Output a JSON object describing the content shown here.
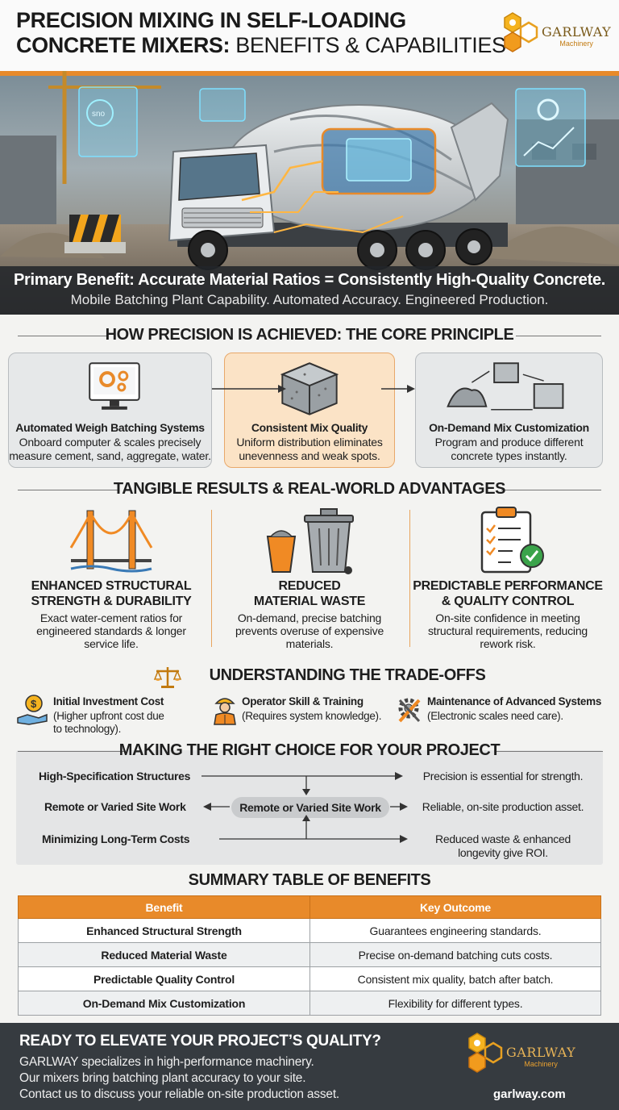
{
  "header": {
    "title_line1": "PRECISION MIXING IN SELF-LOADING",
    "title_line2_bold": "CONCRETE MIXERS:",
    "title_line2_light": " BENEFITS & CAPABILITIES",
    "logo_brand": "GARLWAY",
    "logo_sub": "Machinery"
  },
  "hero": {
    "primary": "Primary Benefit: Accurate Material Ratios = Consistently High-Quality Concrete.",
    "secondary": "Mobile Batching Plant Capability. Automated Accuracy. Engineered Production.",
    "screen_label": "sno"
  },
  "precision": {
    "title": "HOW PRECISION IS ACHIEVED: THE CORE PRINCIPLE",
    "cards": [
      {
        "title": "Automated Weigh Batching Systems",
        "desc1": "Onboard computer & scales precisely",
        "desc2": "measure cement, sand, aggregate, water.",
        "icon": "monitor-gears-icon"
      },
      {
        "title": "Consistent Mix Quality",
        "desc1": "Uniform distribution eliminates",
        "desc2": "unevenness and weak spots.",
        "icon": "concrete-block-icon"
      },
      {
        "title": "On-Demand Mix Customization",
        "desc1": "Program and produce different",
        "desc2": "concrete types instantly.",
        "icon": "mix-cycle-icon"
      }
    ]
  },
  "results": {
    "title": "TANGIBLE RESULTS & REAL-WORLD ADVANTAGES",
    "items": [
      {
        "t1": "ENHANCED STRUCTURAL",
        "t2": "STRENGTH & DURABILITY",
        "d1": "Exact water-cement ratios for",
        "d2": "engineered standards & longer",
        "d3": "service life.",
        "icon": "bridge-icon"
      },
      {
        "t1": "REDUCED",
        "t2": "MATERIAL WASTE",
        "d1": "On-demand, precise batching",
        "d2": "prevents overuse of expensive",
        "d3": "materials.",
        "icon": "trash-bin-icon"
      },
      {
        "t1": "PREDICTABLE PERFORMANCE",
        "t2": "& QUALITY CONTROL",
        "d1": "On-site confidence in meeting",
        "d2": "structural requirements, reducing",
        "d3": "rework risk.",
        "icon": "checklist-icon"
      }
    ]
  },
  "tradeoffs": {
    "title": "UNDERSTANDING THE TRADE-OFFS",
    "items": [
      {
        "title": "Initial Investment Cost",
        "d1": "(Higher upfront cost due",
        "d2": "to technology).",
        "icon": "money-hand-icon"
      },
      {
        "title": "Operator Skill & Training",
        "d1": "(Requires system knowledge).",
        "d2": "",
        "icon": "operator-icon"
      },
      {
        "title": "Maintenance of Advanced Systems",
        "d1": "(Electronic scales need care).",
        "d2": "",
        "icon": "wrench-gear-icon"
      }
    ]
  },
  "choice": {
    "title": "MAKING THE RIGHT CHOICE FOR YOUR PROJECT",
    "rows": [
      {
        "left": "High-Specification Structures",
        "right1": "Precision is essential for strength.",
        "right2": ""
      },
      {
        "left": "Remote or Varied Site Work",
        "right1": "Reliable, on-site production asset.",
        "right2": ""
      },
      {
        "left": "Minimizing Long-Term Costs",
        "right1": "Reduced waste & enhanced",
        "right2": "longevity give ROI."
      }
    ],
    "center": "Remote or Varied Site Work"
  },
  "summary": {
    "title": "SUMMARY TABLE OF BENEFITS",
    "headers": [
      "Benefit",
      "Key Outcome"
    ],
    "rows": [
      [
        "Enhanced Structural Strength",
        "Guarantees engineering standards."
      ],
      [
        "Reduced Material Waste",
        "Precise on-demand batching cuts costs."
      ],
      [
        "Predictable Quality Control",
        "Consistent mix quality, batch after batch."
      ],
      [
        "On-Demand Mix Customization",
        "Flexibility for different types."
      ]
    ]
  },
  "footer": {
    "title": "READY TO ELEVATE YOUR PROJECT’S QUALITY?",
    "line1": "GARLWAY specializes in high-performance machinery.",
    "line2": "Our mixers bring batching plant accuracy to your site.",
    "line3": "Contact us to discuss your reliable on-site production asset.",
    "url": "garlway.com",
    "logo_brand": "GARLWAY",
    "logo_sub": "Machinery"
  },
  "colors": {
    "accent": "#e88a2a",
    "dark": "#363b40",
    "card": "#e6e8e9",
    "card_highlight": "#fbe3c6"
  }
}
